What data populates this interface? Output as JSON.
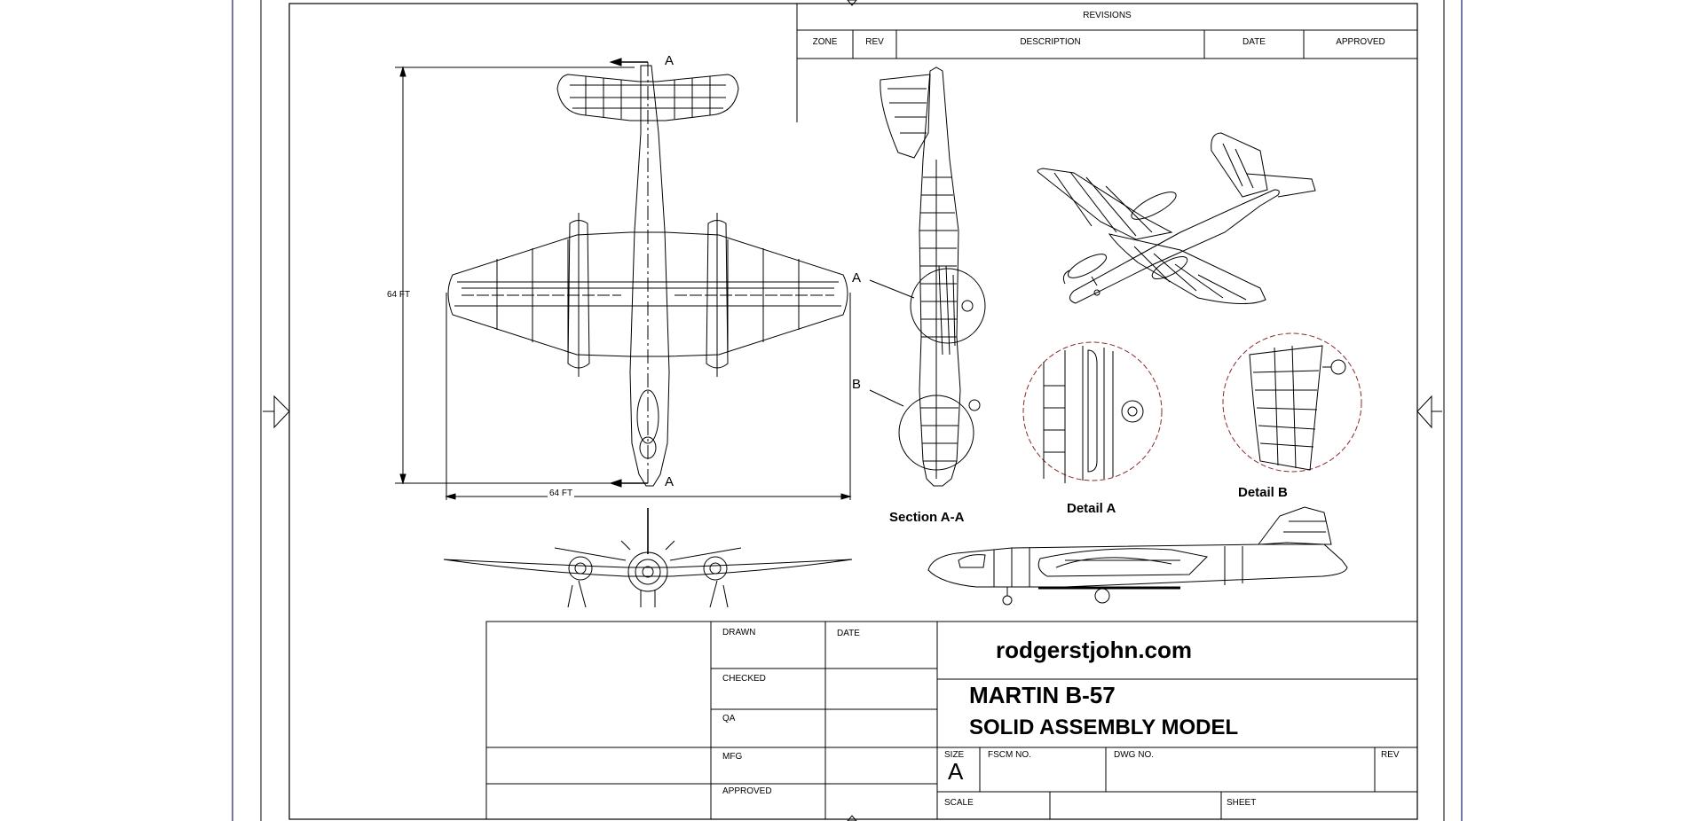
{
  "revisions": {
    "header": "REVISIONS",
    "columns": [
      "ZONE",
      "REV",
      "DESCRIPTION",
      "DATE",
      "APPROVED"
    ]
  },
  "views": {
    "section_marker": "A",
    "detail_marker_a": "A",
    "detail_marker_b": "B",
    "section_label": "Section A-A",
    "detail_a_label": "Detail A",
    "detail_b_label": "Detail B",
    "height_dim": "64 FT",
    "width_dim": "64 FT"
  },
  "title_block": {
    "drawn": "DRAWN",
    "date": "DATE",
    "checked": "CHECKED",
    "qa": "QA",
    "mfg": "MFG",
    "approved": "APPROVED",
    "website": "rodgerstjohn.com",
    "title_line1": "MARTIN B-57",
    "title_line2": "SOLID ASSEMBLY MODEL",
    "size_label": "SIZE",
    "size_value": "A",
    "fscm": "FSCM NO.",
    "dwg": "DWG NO.",
    "rev": "REV",
    "scale": "SCALE",
    "sheet": "SHEET"
  },
  "colors": {
    "border_outer": "#1a1a7a",
    "line": "#000000",
    "detail_circle": "#8a2a2a"
  }
}
